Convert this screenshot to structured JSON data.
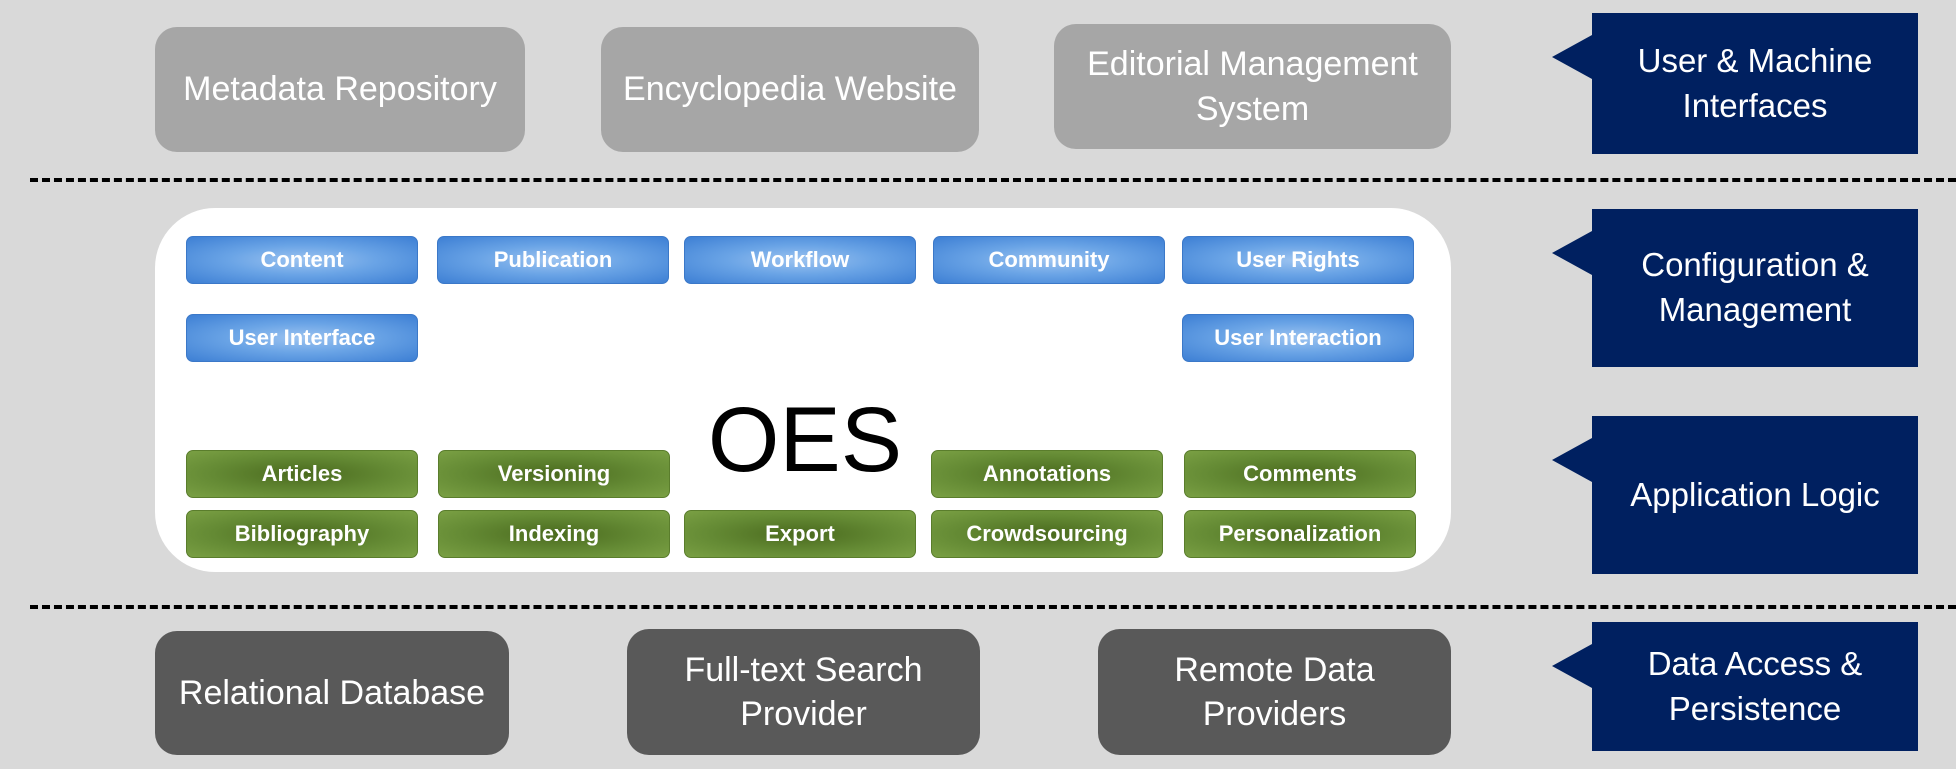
{
  "top_row": {
    "metadata_repository": "Metadata Repository",
    "encyclopedia_website": "Encyclopedia Website",
    "editorial_management_system": "Editorial Management System"
  },
  "core": {
    "title": "OES",
    "configuration_modules": [
      "Content",
      "Publication",
      "Workflow",
      "Community",
      "User Rights",
      "User Interface",
      "User Interaction"
    ],
    "logic_modules": [
      "Articles",
      "Versioning",
      "Annotations",
      "Comments",
      "Bibliography",
      "Indexing",
      "Export",
      "Crowdsourcing",
      "Personalization"
    ]
  },
  "bottom_row": {
    "relational_database": "Relational Database",
    "full_text_search_provider": "Full-text Search Provider",
    "remote_data_providers": "Remote Data Providers"
  },
  "layers": [
    "User & Machine Interfaces",
    "Configuration & Management",
    "Application Logic",
    "Data Access & Persistence"
  ],
  "colors": {
    "layer_label": "#002060",
    "top_box": "#a6a6a6",
    "bottom_box": "#595959",
    "config_module": "#5b9bd5",
    "logic_module": "#6b8e35",
    "background": "#d9d9d9"
  }
}
